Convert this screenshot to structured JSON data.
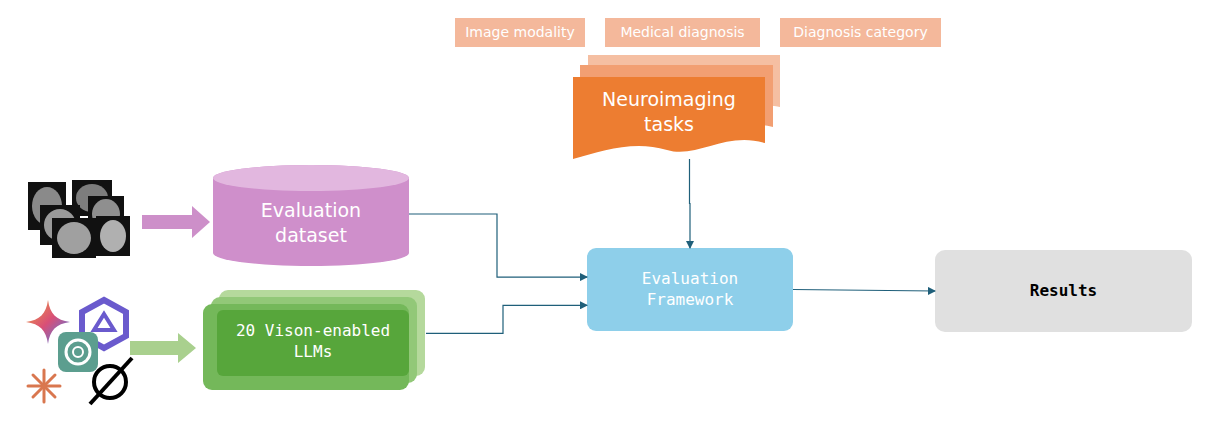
{
  "diagram": {
    "nodes": [
      {
        "text": [
          "Image modality"
        ]
      },
      {
        "text": [
          "Medical diagnosis"
        ]
      },
      {
        "text": [
          "Diagnosis category"
        ]
      },
      {
        "text": [
          "Neuroimaging tasks"
        ]
      },
      {
        "text": [
          "Evaluation dataset"
        ]
      },
      {
        "text": [
          "Evaluation Framework"
        ]
      },
      {
        "text": [
          "Results"
        ]
      },
      {
        "text": [
          "20 Vison-enabled LLMs"
        ]
      }
    ],
    "edges": [
      {
        "from": 4,
        "to": 5,
        "arrow": "to"
      },
      {
        "from": 7,
        "to": 5,
        "arrow": "to"
      },
      {
        "from": 3,
        "to": 5,
        "arrow": "to"
      },
      {
        "from": 5,
        "to": 6,
        "arrow": "to"
      }
    ]
  }
}
